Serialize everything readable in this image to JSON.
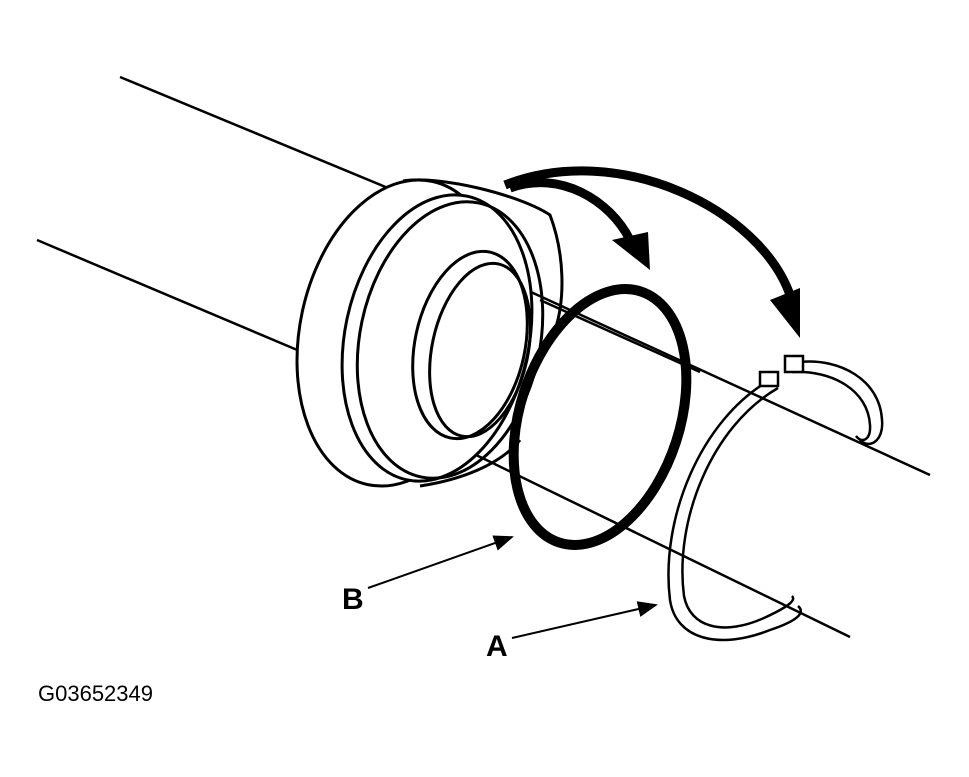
{
  "diagram": {
    "callouts": {
      "a": "A",
      "b": "B"
    },
    "figure_id": "G03652349",
    "colors": {
      "line": "#000000",
      "background": "#ffffff"
    }
  }
}
